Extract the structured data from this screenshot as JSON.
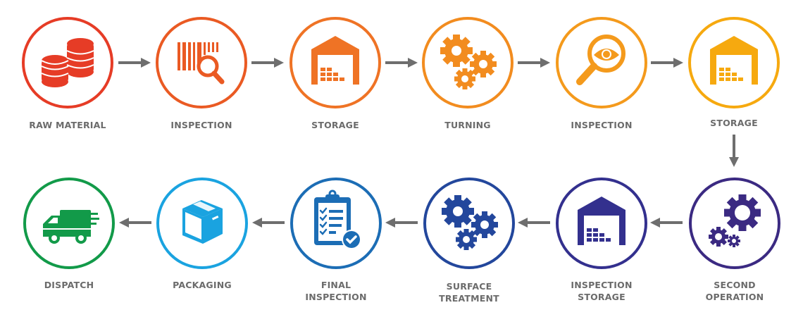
{
  "title": "Manufacturing process flow",
  "steps": [
    {
      "label": "RAW MATERIAL",
      "icon": "coins-stack-icon",
      "color": "#e63c26"
    },
    {
      "label": "INSPECTION",
      "icon": "barcode-magnifier-icon",
      "color": "#ea5a23"
    },
    {
      "label": "STORAGE",
      "icon": "warehouse-icon",
      "color": "#ef7325"
    },
    {
      "label": "TURNING",
      "icon": "gears-icon",
      "color": "#f28c1f"
    },
    {
      "label": "INSPECTION",
      "icon": "eye-magnifier-icon",
      "color": "#f49a1c"
    },
    {
      "label": "STORAGE",
      "icon": "warehouse-icon",
      "color": "#f6a90f"
    },
    {
      "label": "SECOND OPERATION",
      "label_lines": [
        "SECOND",
        "OPERATION"
      ],
      "icon": "gears-icon",
      "color": "#3b2a82"
    },
    {
      "label": "INSPECTION STORAGE",
      "label_lines": [
        "INSPECTION",
        "STORAGE"
      ],
      "icon": "warehouse-icon",
      "color": "#33308e"
    },
    {
      "label": "SURFACE TREATMENT",
      "label_lines": [
        "SURFACE",
        "TREATMENT"
      ],
      "icon": "gears-icon",
      "color": "#23479c"
    },
    {
      "label": "FINAL INSPECTION",
      "label_lines": [
        "FINAL",
        "INSPECTION"
      ],
      "icon": "checklist-clipboard-icon",
      "color": "#1c6db5"
    },
    {
      "label": "PACKAGING",
      "icon": "box-icon",
      "color": "#1aa3e0"
    },
    {
      "label": "DISPATCH",
      "icon": "delivery-truck-icon",
      "color": "#129a49"
    }
  ],
  "arrow_color": "#6e6e6e",
  "text_color": "#6b6b6b"
}
